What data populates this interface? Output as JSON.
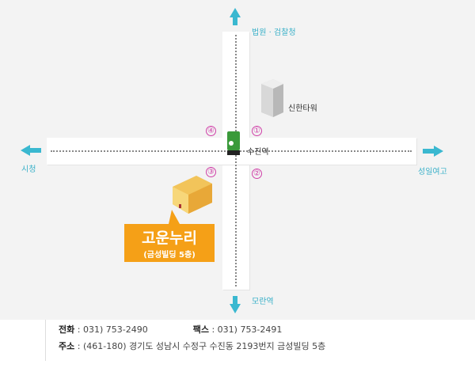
{
  "map": {
    "north_label": "법원 · 검찰청",
    "south_label": "모란역",
    "west_label": "시청",
    "east_label": "성일여고",
    "station": "수진역",
    "tower": "신한타워",
    "exits": [
      "①",
      "②",
      "③",
      "④"
    ],
    "destination": {
      "name": "고운누리",
      "building": "(금성빌딩 5층)"
    }
  },
  "contact": {
    "phone_label": "전화",
    "phone": "031) 753-2490",
    "fax_label": "팩스",
    "fax": "031) 753-2491",
    "address_label": "주소",
    "address": "(461-180) 경기도 성남시 수정구 수진동 2193번지 금성빌딩 5층"
  },
  "colors": {
    "arrow": "#3ab8d0",
    "callout": "#f5a017",
    "exit": "#d040a8"
  }
}
